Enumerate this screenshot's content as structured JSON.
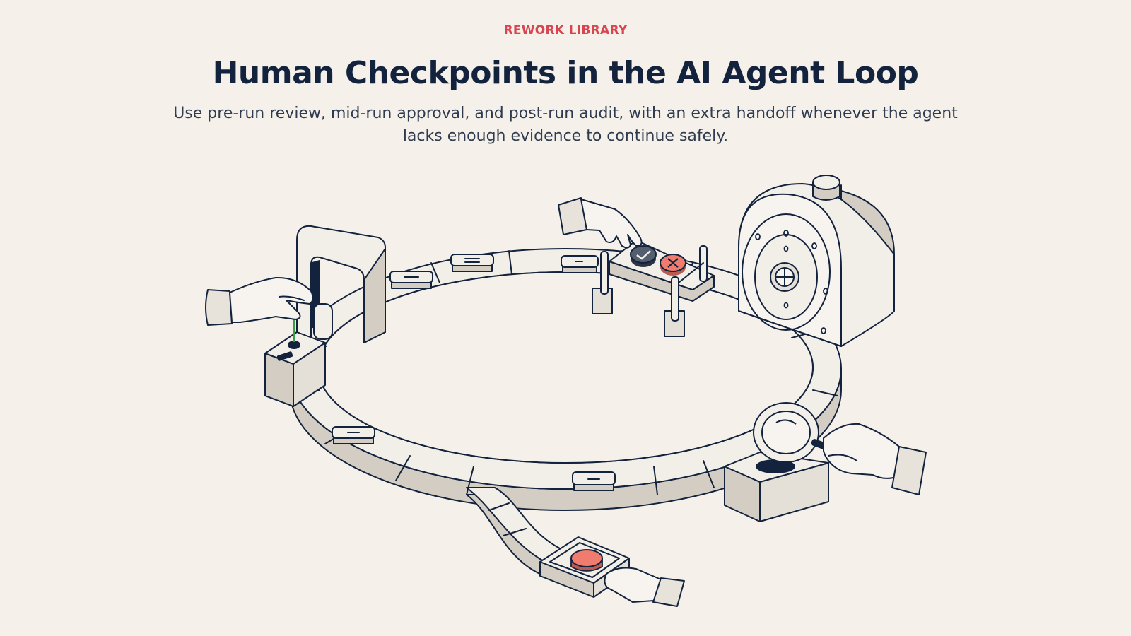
{
  "header": {
    "eyebrow": "REWORK LIBRARY",
    "title": "Human Checkpoints in the AI Agent Loop",
    "subtitle": "Use pre-run review, mid-run approval, and post-run audit, with an extra handoff whenever the agent lacks enough evidence to continue safely."
  },
  "colors": {
    "background": "#f5f1ea",
    "accent": "#d64550",
    "ink": "#13233d",
    "track_side": "#d3cdc4",
    "track_top": "#f2efe9",
    "button_red": "#ef7c6e",
    "gate_green": "#3b9b4a"
  },
  "illustration": {
    "icons": [
      "pre-run-gate-icon",
      "approval-panel-icon",
      "approve-check-icon",
      "reject-x-icon",
      "vault-icon",
      "audit-magnifier-icon",
      "handoff-button-icon",
      "human-hand-icon"
    ]
  }
}
